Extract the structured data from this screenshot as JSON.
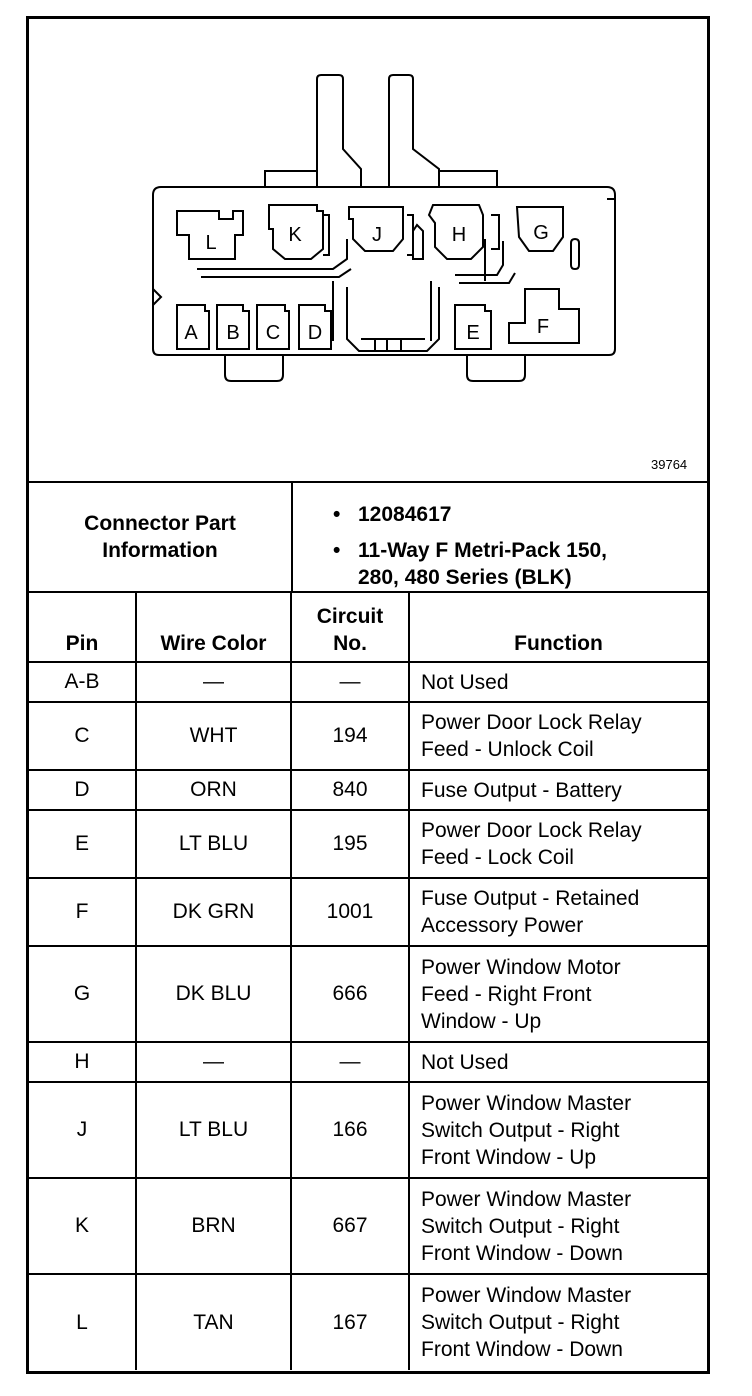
{
  "diagram": {
    "figure_number": "39764",
    "pin_labels": [
      "L",
      "K",
      "J",
      "H",
      "G",
      "A",
      "B",
      "C",
      "D",
      "E",
      "F"
    ]
  },
  "connector_info": {
    "heading_line1": "Connector Part",
    "heading_line2": "Information",
    "bullets": [
      "12084617",
      "11-Way F Metri-Pack 150,",
      "280, 480 Series (BLK)"
    ]
  },
  "table": {
    "headers": {
      "pin": "Pin",
      "wire_color": "Wire Color",
      "circuit_line1": "Circuit",
      "circuit_line2": "No.",
      "function": "Function"
    },
    "rows": [
      {
        "pin": "A-B",
        "wire": "—",
        "circuit": "—",
        "function": [
          "Not Used"
        ]
      },
      {
        "pin": "C",
        "wire": "WHT",
        "circuit": "194",
        "function": [
          "Power Door Lock Relay",
          "Feed - Unlock Coil"
        ]
      },
      {
        "pin": "D",
        "wire": "ORN",
        "circuit": "840",
        "function": [
          "Fuse Output - Battery"
        ]
      },
      {
        "pin": "E",
        "wire": "LT BLU",
        "circuit": "195",
        "function": [
          "Power Door Lock Relay",
          "Feed - Lock Coil"
        ]
      },
      {
        "pin": "F",
        "wire": "DK GRN",
        "circuit": "1001",
        "function": [
          "Fuse Output - Retained",
          "Accessory Power"
        ]
      },
      {
        "pin": "G",
        "wire": "DK BLU",
        "circuit": "666",
        "function": [
          "Power Window Motor",
          "Feed - Right Front",
          "Window - Up"
        ]
      },
      {
        "pin": "H",
        "wire": "—",
        "circuit": "—",
        "function": [
          "Not Used"
        ]
      },
      {
        "pin": "J",
        "wire": "LT BLU",
        "circuit": "166",
        "function": [
          "Power Window Master",
          "Switch Output - Right",
          "Front Window - Up"
        ]
      },
      {
        "pin": "K",
        "wire": "BRN",
        "circuit": "667",
        "function": [
          "Power Window Master",
          "Switch Output - Right",
          "Front Window - Down"
        ]
      },
      {
        "pin": "L",
        "wire": "TAN",
        "circuit": "167",
        "function": [
          "Power Window Master",
          "Switch Output - Right",
          "Front Window - Down"
        ]
      }
    ]
  }
}
